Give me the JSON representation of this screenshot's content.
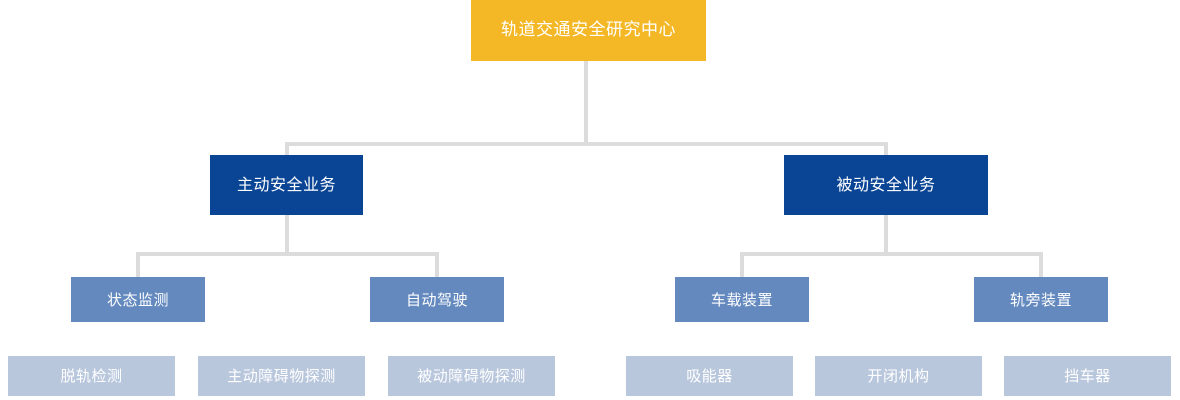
{
  "diagram": {
    "title_node": {
      "label": "轨道交通安全研究中心",
      "color": "#f4b827"
    },
    "level2": [
      {
        "label": "主动安全业务",
        "color": "#0a4595"
      },
      {
        "label": "被动安全业务",
        "color": "#0a4595"
      }
    ],
    "level3": [
      {
        "label": "状态监测",
        "color": "#6389bf"
      },
      {
        "label": "自动驾驶",
        "color": "#6389bf"
      },
      {
        "label": "车载装置",
        "color": "#6389bf"
      },
      {
        "label": "轨旁装置",
        "color": "#6389bf"
      }
    ],
    "level4": [
      {
        "label": "脱轨检测",
        "color": "#b9c7dd"
      },
      {
        "label": "主动障碍物探测",
        "color": "#b9c7dd"
      },
      {
        "label": "被动障碍物探测",
        "color": "#b9c7dd"
      },
      {
        "label": "吸能器",
        "color": "#b9c7dd"
      },
      {
        "label": "开闭机构",
        "color": "#b9c7dd"
      },
      {
        "label": "挡车器",
        "color": "#b9c7dd"
      }
    ],
    "connector_color": "#dcdcdc"
  }
}
